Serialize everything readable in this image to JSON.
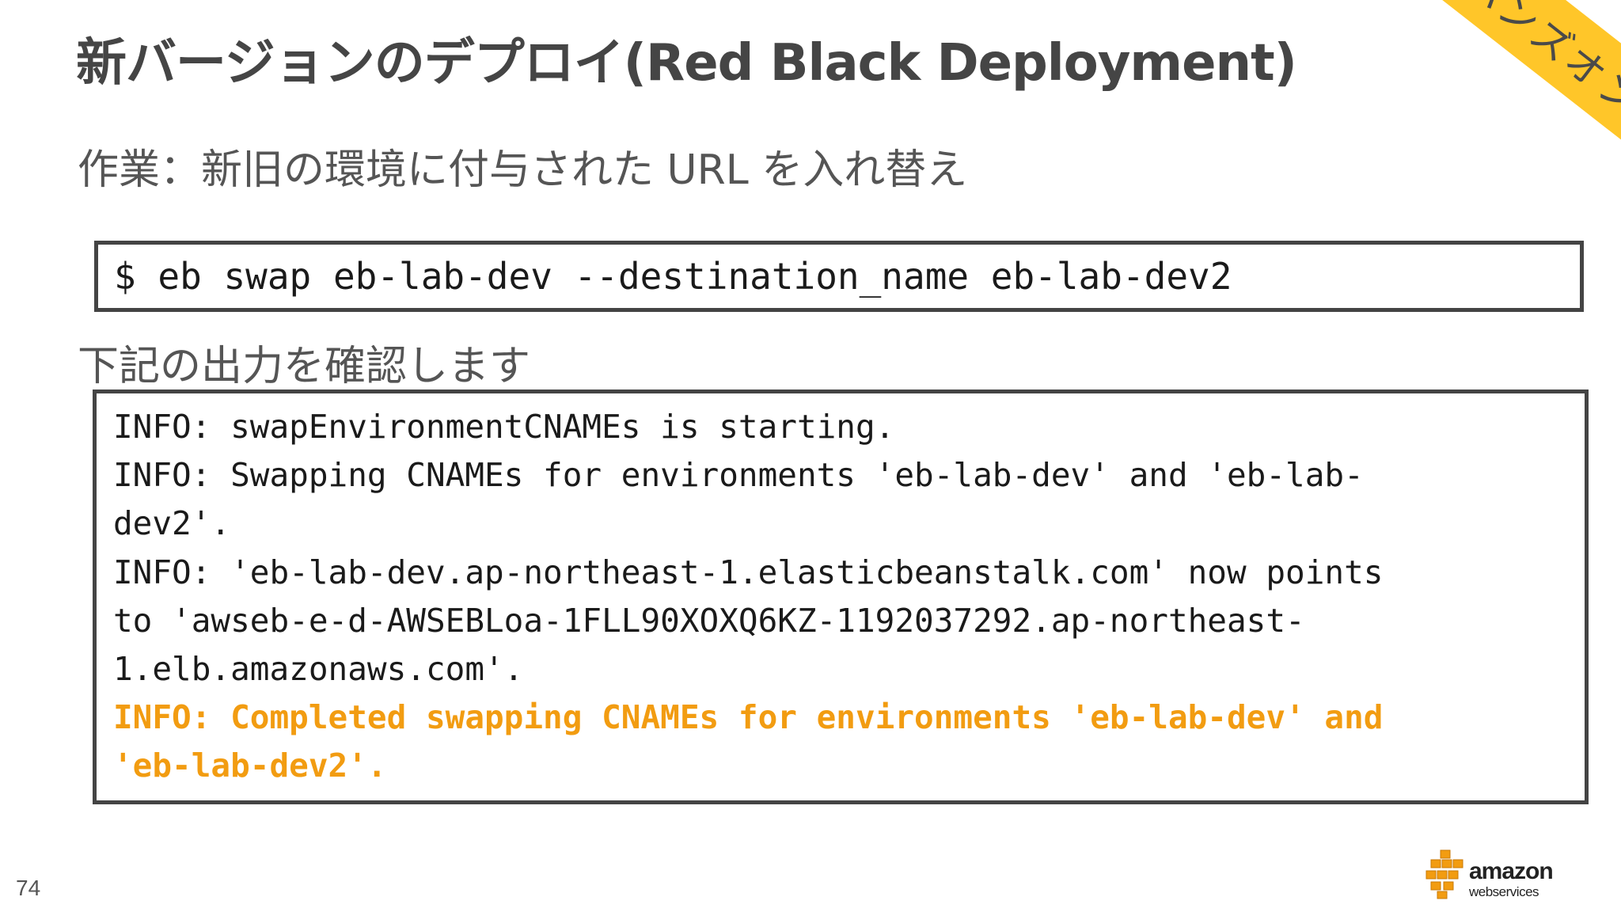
{
  "slide": {
    "title": "新バージョンのデプロイ(Red Black Deployment)",
    "ribbon": "ハンズオン",
    "task": "作業：新旧の環境に付与された URL を入れ替え",
    "check": "下記の出力を確認します",
    "page_number": "74"
  },
  "command": "$ eb swap eb-lab-dev --destination_name eb-lab-dev2",
  "output": {
    "lines": [
      "INFO: swapEnvironmentCNAMEs is starting.",
      "INFO: Swapping CNAMEs for environments 'eb-lab-dev' and 'eb-lab-",
      "dev2'.",
      "INFO: 'eb-lab-dev.ap-northeast-1.elasticbeanstalk.com' now points",
      "to 'awseb-e-d-AWSEBLoa-1FLL90XOXQ6KZ-1192037292.ap-northeast-",
      "1.elb.amazonaws.com'."
    ],
    "highlight_lines": [
      "INFO: Completed swapping CNAMEs for environments 'eb-lab-dev' and",
      "'eb-lab-dev2'."
    ],
    "highlight_color": "#f29c11"
  },
  "logo": {
    "name": "amazon",
    "tagline": "webservices",
    "cube_color": "#f29c11"
  },
  "colors": {
    "ribbon": "#ffc629",
    "title": "#454545",
    "border": "#444444"
  }
}
